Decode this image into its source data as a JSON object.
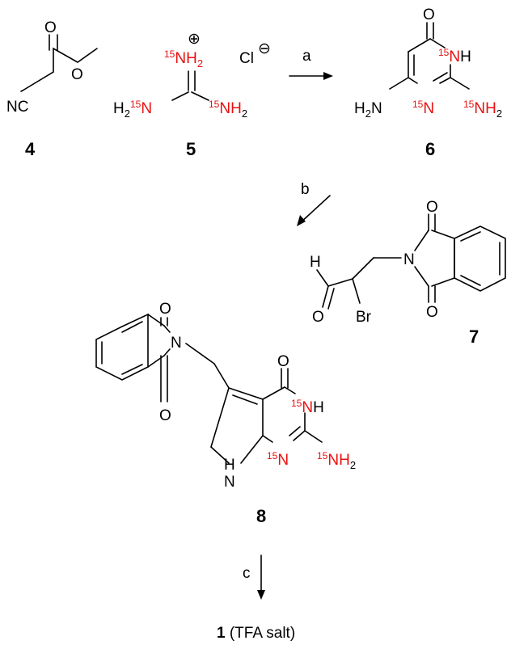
{
  "compounds": {
    "c4": {
      "label": "4",
      "nitrile": "NC",
      "oxy": [
        "O",
        "O"
      ]
    },
    "c5": {
      "label": "5",
      "charge": "⊕",
      "counter": "Cl",
      "counter_charge": "⊖"
    },
    "c6": {
      "label": "6",
      "oxo": "O"
    },
    "c7": {
      "label": "7",
      "oxy": [
        "O",
        "O",
        "O"
      ],
      "h": "H",
      "n": "N",
      "br": "Br"
    },
    "c8": {
      "label": "8",
      "oxy": [
        "O",
        "O",
        "O"
      ],
      "n": "N",
      "nh": [
        "H",
        "N"
      ]
    }
  },
  "atoms": {
    "isotope": "15",
    "nh": "NH",
    "n": "N",
    "h": "H",
    "nh2_base": "NH",
    "h2": "H",
    "two": "2"
  },
  "reagents": {
    "a": "a",
    "b": "b",
    "c": "c"
  },
  "product": {
    "label": "1",
    "suffix": " (TFA salt)"
  },
  "colors": {
    "isotope_label": "#e8100f",
    "bonds": "#000000"
  }
}
